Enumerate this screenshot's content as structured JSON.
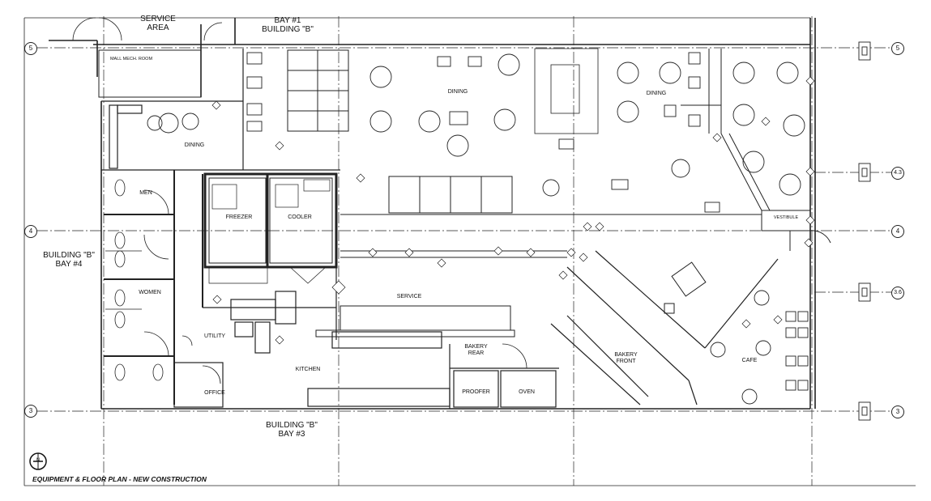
{
  "drawing": {
    "title": "EQUIPMENT & FLOOR PLAN - NEW CONSTRUCTION",
    "north_mark": "N"
  },
  "grid": {
    "left_bubbles": [
      "5",
      "4",
      "3"
    ],
    "right_bubbles": [
      "5",
      "4.3",
      "4",
      "3.6",
      "3"
    ]
  },
  "adjacent": {
    "service_area": "SERVICE\nAREA",
    "bay1": "BAY #1\nBUILDING \"B\"",
    "bay4": "BUILDING \"B\"\nBAY #4",
    "bay3": "BUILDING \"B\"\nBAY #3",
    "mall_mech": "MALL MECH. ROOM"
  },
  "rooms": {
    "dining_main": "DINING",
    "dining_right": "DINING",
    "dining_left": "DINING",
    "men": "MEN",
    "women": "WOMEN",
    "freezer": "FREEZER",
    "cooler": "COOLER",
    "service": "SERVICE",
    "utility": "UTILITY",
    "kitchen": "KITCHEN",
    "office": "OFFICE",
    "bakery_rear": "BAKERY\nREAR",
    "bakery_front": "BAKERY\nFRONT",
    "proofer": "PROOFER",
    "oven": "OVEN",
    "vestibule": "VESTIBULE",
    "cafe": "CAFE"
  }
}
